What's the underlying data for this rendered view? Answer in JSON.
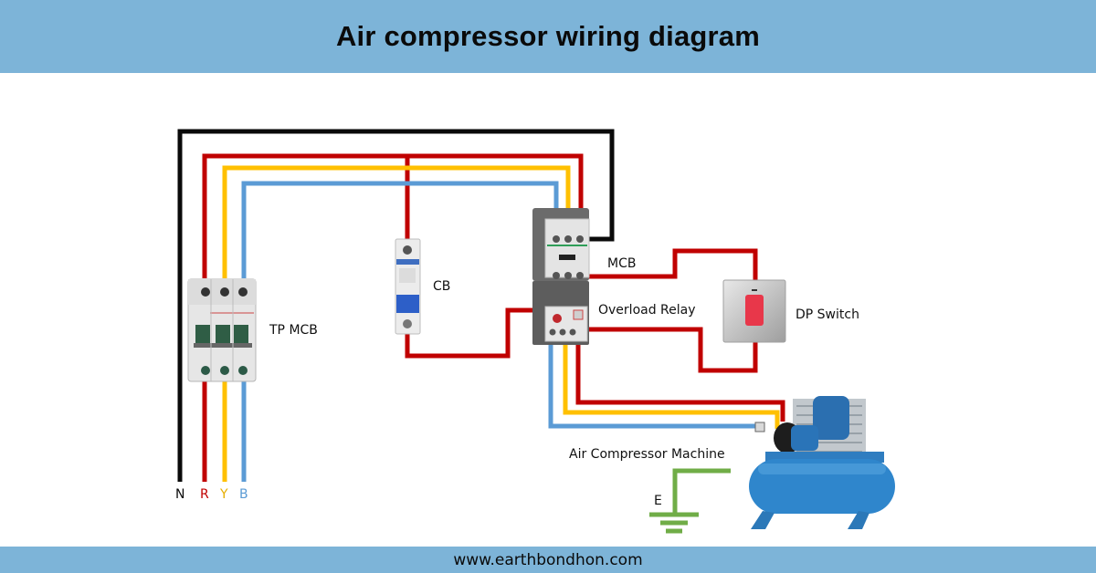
{
  "header": {
    "title": "Air compressor wiring diagram"
  },
  "footer": {
    "website": "www.earthbondhon.com"
  },
  "colors": {
    "banner": "#7db4d8",
    "neutral_wire": "#0a0a0a",
    "red_phase": "#c00000",
    "yellow_phase": "#ffc000",
    "blue_phase": "#5b9bd5",
    "earth_wire": "#70ad47"
  },
  "wires": [
    {
      "id": "N",
      "label": "N",
      "color": "#0a0a0a"
    },
    {
      "id": "R",
      "label": "R",
      "color": "#c00000"
    },
    {
      "id": "Y",
      "label": "Y",
      "color": "#ffc000"
    },
    {
      "id": "B",
      "label": "B",
      "color": "#5b9bd5"
    }
  ],
  "components": {
    "tp_mcb": {
      "label": "TP MCB"
    },
    "cb": {
      "label": "CB"
    },
    "contactor": {
      "label": "MCB"
    },
    "overload_relay": {
      "label": "Overload Relay"
    },
    "dp_switch": {
      "label": "DP Switch"
    },
    "compressor": {
      "label": "Air Compressor Machine"
    },
    "earth": {
      "label": "E"
    }
  }
}
